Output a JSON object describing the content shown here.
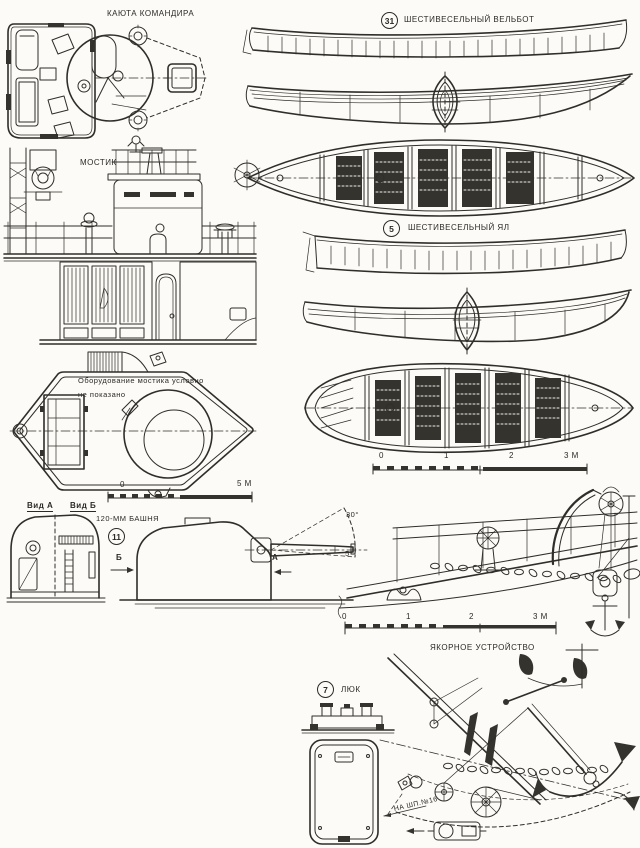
{
  "colors": {
    "ink": "#302e29",
    "paper": "#fcfbf7"
  },
  "cabin": {
    "title": "КАЮТА КОМАНДИРА"
  },
  "bridge": {
    "title": "МОСТИК",
    "note1": "Оборудование мостика условно",
    "note2": "не показано",
    "scale_start": "0",
    "scale_end": "5 М"
  },
  "whaleboat": {
    "number": "31",
    "title": "ШЕСТИВЕСЕЛЬНЫЙ ВЕЛЬБОТ"
  },
  "yawl": {
    "number": "5",
    "title": "ШЕСТИВЕСЕЛЬНЫЙ ЯЛ"
  },
  "boats_scale": {
    "t0": "0",
    "t1": "1",
    "t2": "2",
    "t3": "3 М"
  },
  "turret": {
    "number": "11",
    "title": "120-ММ БАШНЯ",
    "view_a": "Вид А",
    "view_b": "Вид Б",
    "max_elevation": "30°",
    "max_depression": "5°",
    "dir_a": "А",
    "dir_b": "Б"
  },
  "anchor_gear": {
    "title": "ЯКОРНОЕ УСТРОЙСТВО",
    "t0": "0",
    "t1": "1",
    "t2": "2",
    "t3": "3 М",
    "frame_note": "НА ШП.№16"
  },
  "hatch": {
    "number": "7",
    "title": "ЛЮК"
  }
}
